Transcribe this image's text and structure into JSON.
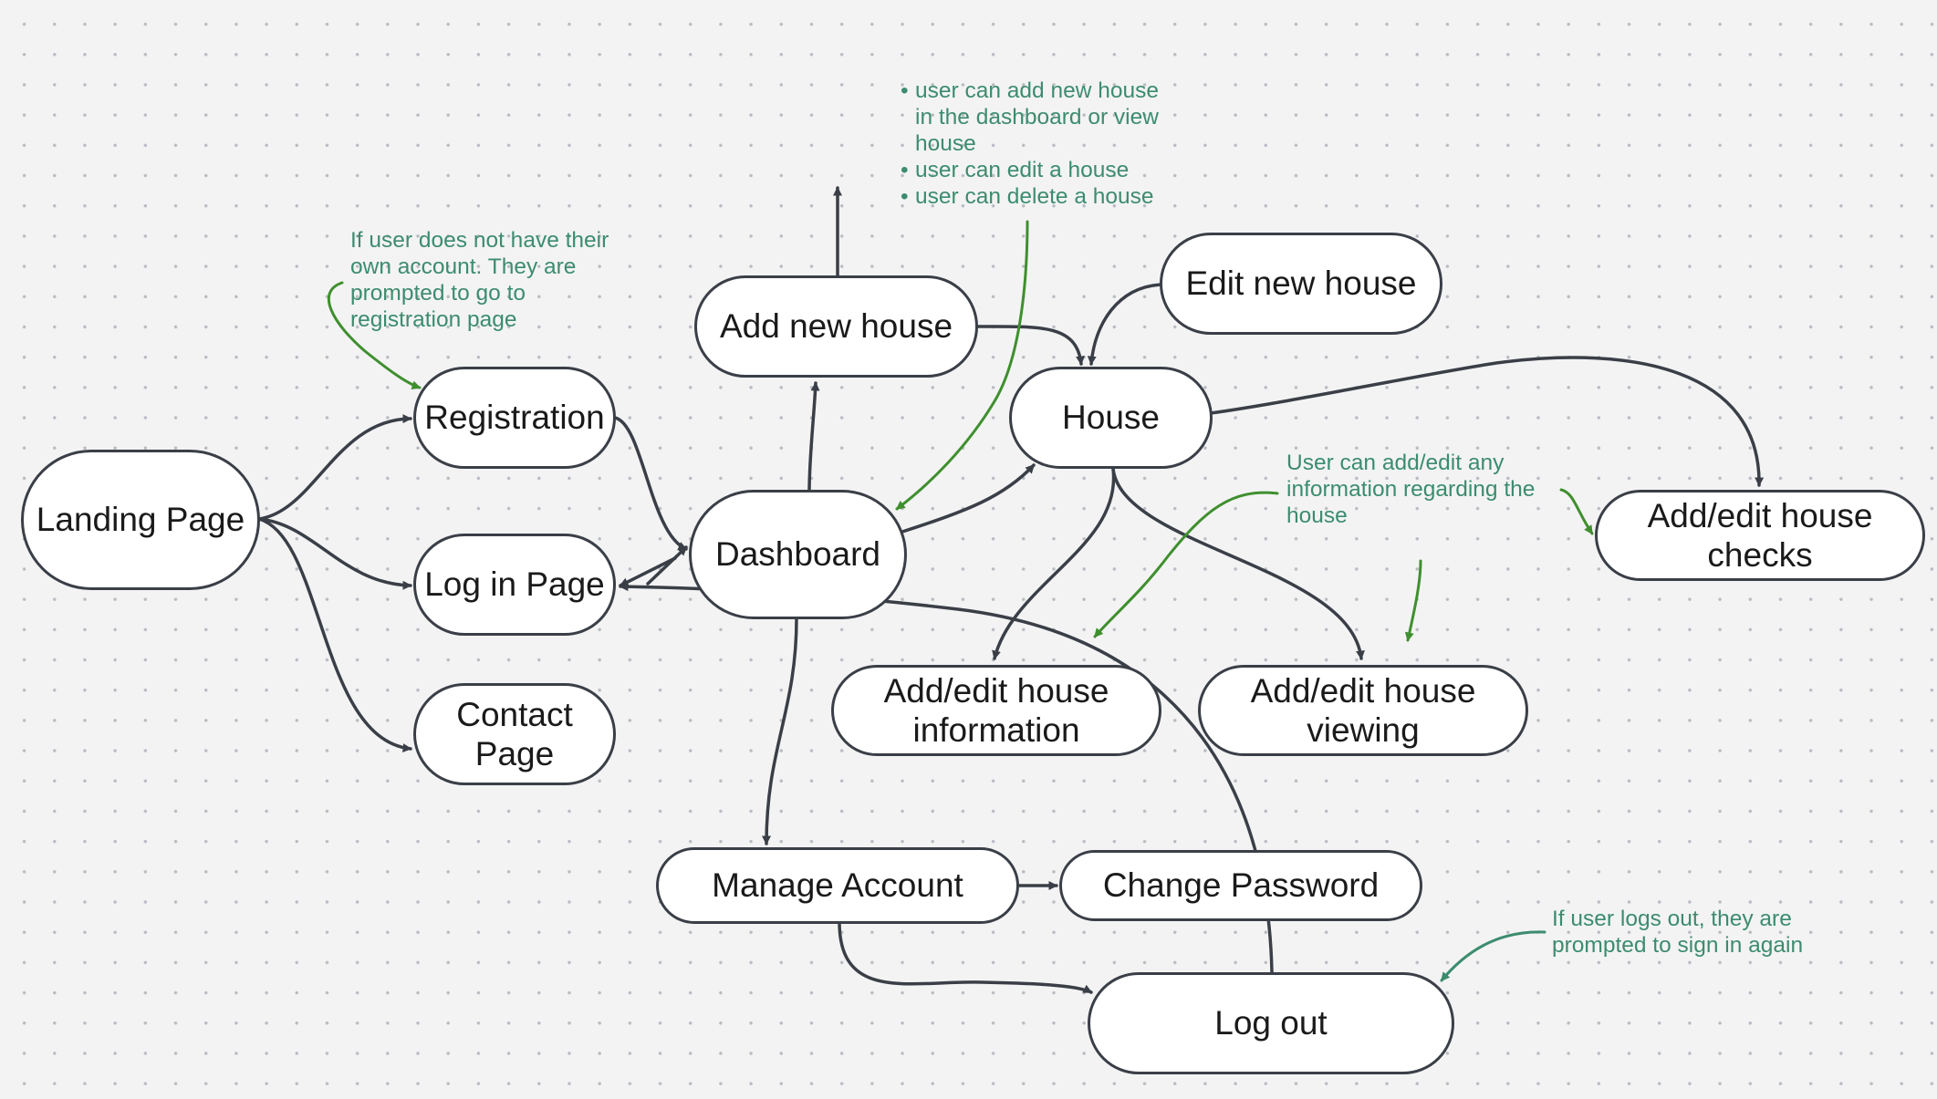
{
  "nodes": {
    "landing": "Landing Page",
    "registration": "Registration",
    "login": "Log in Page",
    "contact": "Contact Page",
    "dashboard": "Dashboard",
    "add_house": "Add new house",
    "house": "House",
    "edit_house": "Edit new house",
    "house_checks": "Add/edit house checks",
    "house_info": "Add/edit house information",
    "house_viewing": "Add/edit house viewing",
    "manage_account": "Manage Account",
    "change_password": "Change Password",
    "logout": "Log out"
  },
  "notes": {
    "registration_note": "If user does not have their own account. They are prompted to go to registration page",
    "dashboard_note": [
      "user can add new house in the dashboard or view house",
      "user can edit a house",
      "user can delete a house"
    ],
    "house_note": "User can add/edit any information regarding the house",
    "logout_note": "If user logs out, they are prompted to sign in again"
  },
  "colors": {
    "connector": "#3a3f47",
    "annotation_arrow": "#3f8f2e",
    "annotation_text": "#3c8c6e",
    "node_fill": "#ffffff",
    "background": "#f3f3f4"
  }
}
